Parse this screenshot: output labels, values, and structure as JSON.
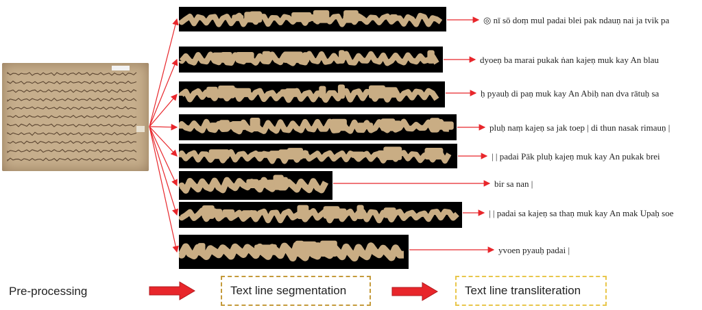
{
  "transliterations": [
    "◎ nī sō doṃ mul padai blei pak ndauṇ nai ja tvik pa",
    "dyoeṇ ba marai pukak ṅan kajeṇ muk kay An blau",
    "ḥ pyauḥ di paṇ muk kay An Abiḥ nan dva rātuḥ sa",
    "pluḥ naṃ kajeṇ sa jak toep | di thun nasak rimauṇ |",
    "| | padai Pāk pluḥ kajeṇ muk kay An pukak brei",
    "bir sa nan |",
    "| | padai sa kajeṇ sa thaṇ muk kay An mak Upaḥ soe",
    "yvoen pyauḥ padai |"
  ],
  "pipeline": {
    "step1": "Pre-processing",
    "step2": "Text line segmentation",
    "step3": "Text line transliteration"
  },
  "colors": {
    "arrow": "#e8262b",
    "box2_border": "#c49a3a",
    "box3_border": "#e8c64a",
    "strip_bg": "#000000",
    "ink_strip": "#c9ad84",
    "manuscript": "#c6ae8c"
  }
}
